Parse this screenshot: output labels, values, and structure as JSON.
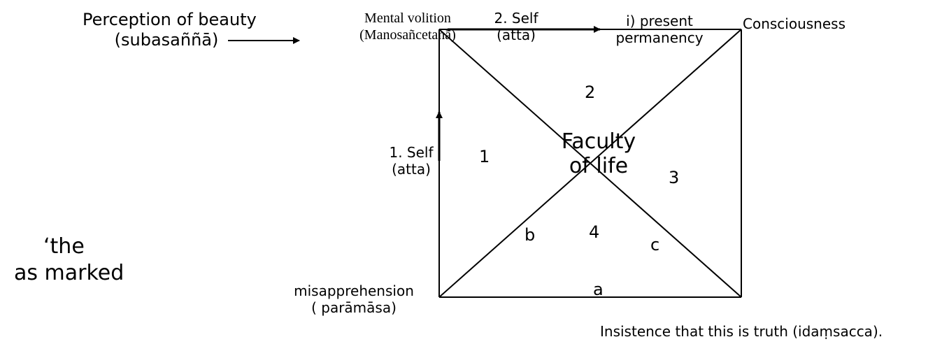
{
  "labels": {
    "perception_line1": "Perception of beauty",
    "perception_line2": "(subasaññā)",
    "mental_volition_line1": "Mental volition",
    "mental_volition_line2": "(Manosañcetanā)",
    "self2_line1": "2. Self",
    "self2_line2": "(atta)",
    "present_line1": "i) present",
    "present_line2": "permanency",
    "consciousness": "Consciousness",
    "self1_line1": "1. Self",
    "self1_line2": "(atta)",
    "faculty_line1": "Faculty",
    "faculty_line2": "of life",
    "region_1": "1",
    "region_2": "2",
    "region_3": "3",
    "region_4": "4",
    "region_a": "a",
    "region_b": "b",
    "region_c": "c",
    "misapprehension_line1": "misapprehension",
    "misapprehension_line2": "( parāmāsa)",
    "insistence": "Insistence that this is truth (idaṃsacca).",
    "partial_left_line1": "‘the",
    "partial_left_line2": "as marked"
  },
  "colors": {
    "stroke": "#000000",
    "background": "#ffffff"
  }
}
